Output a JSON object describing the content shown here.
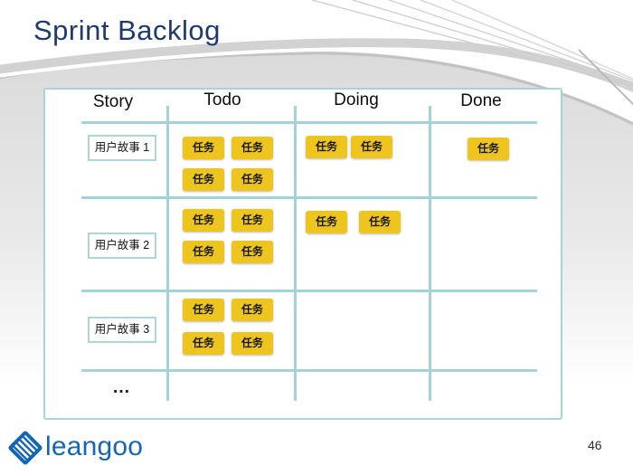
{
  "slide": {
    "title": "Sprint Backlog",
    "page_number": "46"
  },
  "board": {
    "columns": [
      "Story",
      "Todo",
      "Doing",
      "Done"
    ],
    "task_label": "任务",
    "stories": [
      {
        "label": "用户故事 1",
        "todo_tasks": 4,
        "doing_tasks": 2,
        "done_tasks": 1
      },
      {
        "label": "用户故事 2",
        "todo_tasks": 4,
        "doing_tasks": 2,
        "done_tasks": 0
      },
      {
        "label": "用户故事 3",
        "todo_tasks": 4,
        "doing_tasks": 0,
        "done_tasks": 0
      }
    ],
    "more_indicator": "…"
  },
  "footer": {
    "logo_text": "leangoo"
  },
  "colors": {
    "title_navy": "#1f3a6e",
    "grid_teal": "#a6d5d9",
    "task_yellow": "#eec41e",
    "logo_blue": "#1566b2"
  }
}
